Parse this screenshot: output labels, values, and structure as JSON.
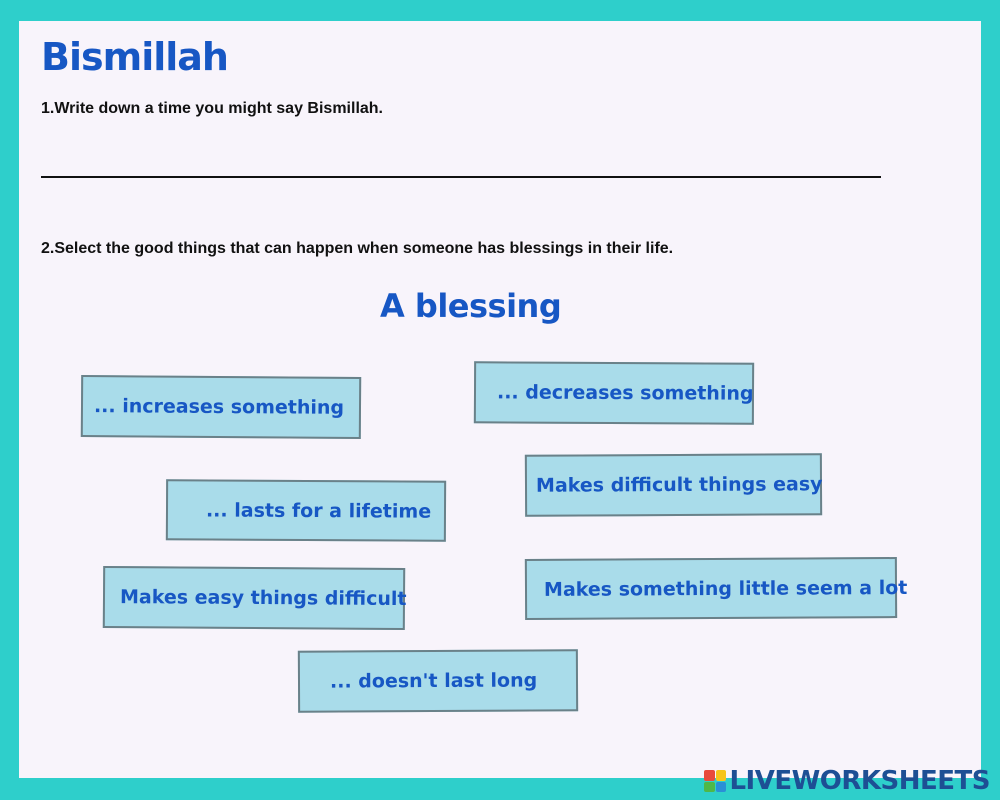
{
  "worksheet": {
    "title": "Bismillah",
    "question_1": "1.Write down a time you might say Bismillah.",
    "question_2": "2.Select the good things that can happen when someone has blessings in their life.",
    "subtitle": "A blessing",
    "options": [
      "... increases something",
      "... decreases something",
      "... lasts for a lifetime",
      "Makes difficult things easy",
      "Makes easy things difficult",
      "Makes something little seem a lot",
      "... doesn't last long"
    ]
  },
  "branding": {
    "text": "LIVEWORKSHEETS",
    "logo_colors": [
      "#e94b3c",
      "#f6c51b",
      "#4fb848",
      "#2a8fd6"
    ]
  },
  "colors": {
    "frame": "#2ecfcb",
    "sheet": "#f8f4fb",
    "heading_blue": "#1757c4",
    "card_fill": "#a9dcea",
    "card_border": "#6a8189"
  }
}
